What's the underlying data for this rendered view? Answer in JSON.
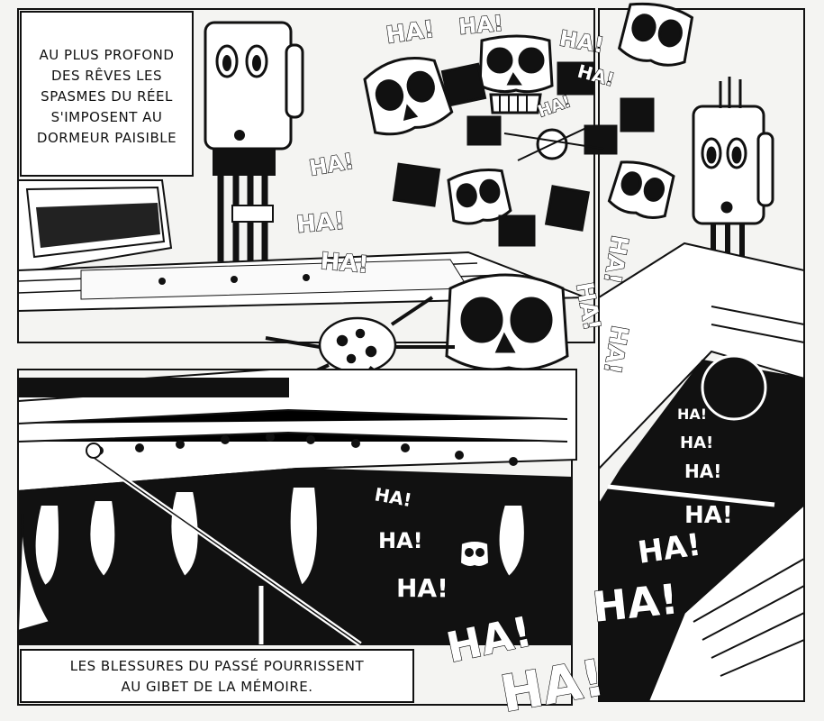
{
  "captions": {
    "top": [
      "AU PLUS PROFOND",
      "DES RÊVES LES",
      "SPASMES DU RÉEL",
      "S'IMPOSENT AU",
      "DORMEUR PAISIBLE"
    ],
    "bottom": [
      "LES BLESSURES DU PASSÉ POURRISSENT",
      "AU GIBET DE LA MÉMOIRE."
    ]
  },
  "sound_effect": "HA!",
  "colors": {
    "ink": "#111111",
    "paper": "#f4f4f2"
  }
}
